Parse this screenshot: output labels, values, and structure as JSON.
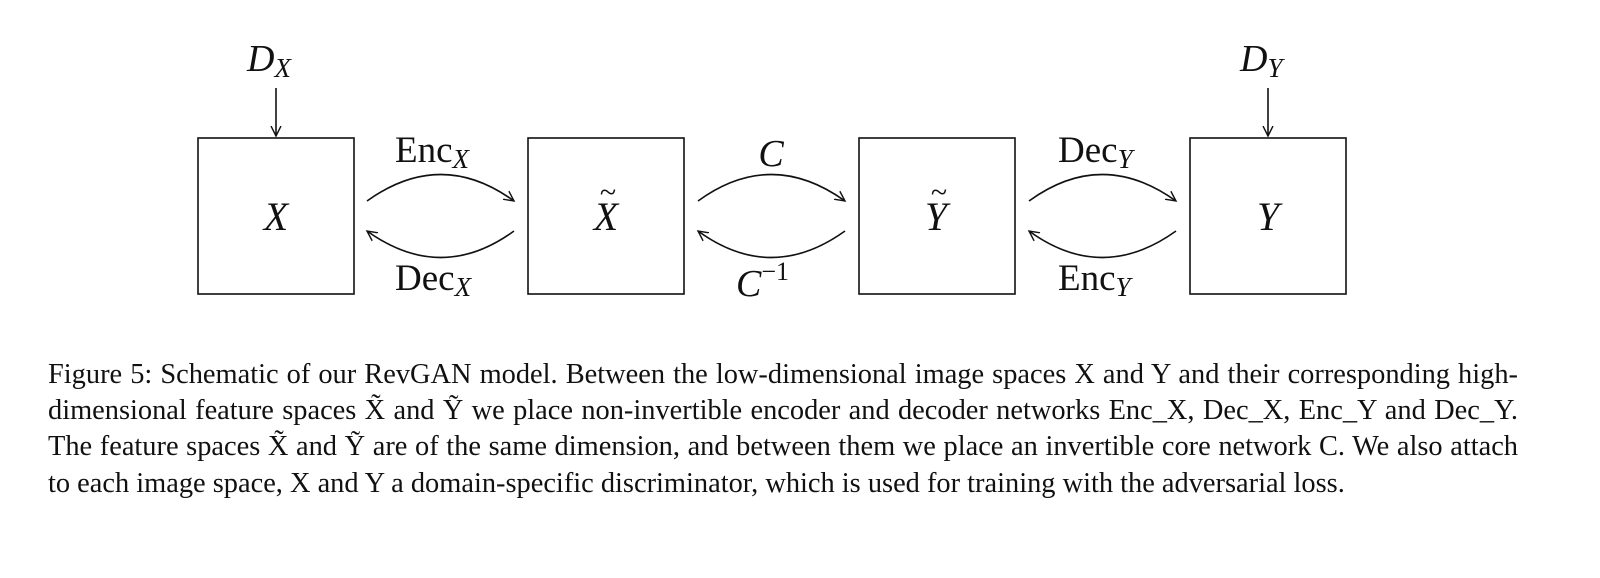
{
  "diagram": {
    "discriminators": {
      "dx": {
        "base": "D",
        "sub": "X"
      },
      "dy": {
        "base": "D",
        "sub": "Y"
      }
    },
    "nodes": {
      "x": {
        "label": "X",
        "tilde": false
      },
      "xt": {
        "label": "X",
        "tilde": true
      },
      "yt": {
        "label": "Y",
        "tilde": true
      },
      "y": {
        "label": "Y",
        "tilde": false
      }
    },
    "arrows": {
      "enc_x": {
        "base": "Enc",
        "sub": "X"
      },
      "dec_x": {
        "base": "Dec",
        "sub": "X"
      },
      "c": {
        "base": "C"
      },
      "c_inv": {
        "base": "C",
        "sup": "−1"
      },
      "dec_y": {
        "base": "Dec",
        "sub": "Y"
      },
      "enc_y": {
        "base": "Enc",
        "sub": "Y"
      }
    }
  },
  "caption": {
    "line1": "Figure 5: Schematic of our RevGAN model. Between the low-dimensional image spaces X and Y and their",
    "line2": "corresponding high-dimensional feature spaces X̃ and Ỹ we place non-invertible encoder and decoder networks",
    "line3": "Enc_X, Dec_X, Enc_Y and Dec_Y. The feature spaces X̃ and Ỹ are of the same dimension, and between them we",
    "line4": "place an invertible core network C. We also attach to each image space, X and Y a domain-specific discriminator,",
    "line5": "which is used for training with the adversarial loss."
  }
}
